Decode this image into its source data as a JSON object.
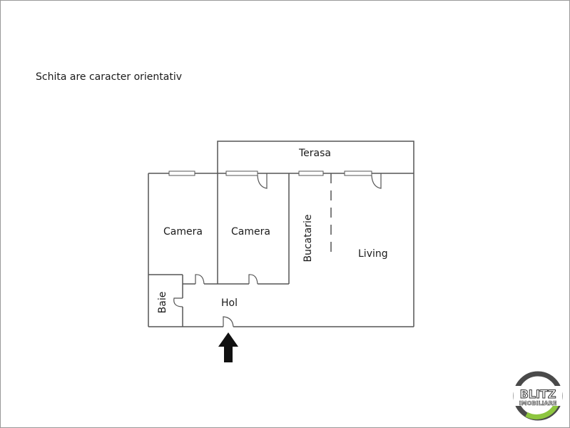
{
  "note": "Schita are caracter orientativ",
  "rooms": {
    "terasa": "Terasa",
    "camera1": "Camera",
    "camera2": "Camera",
    "bucatarie": "Bucatarie",
    "living": "Living",
    "baie": "Baie",
    "hol": "Hol"
  },
  "logo": {
    "line1": "BLITZ",
    "line2": "IMOBILIARE",
    "colors": {
      "ring": "#4a4a4a",
      "accent": "#8dc63f"
    }
  },
  "colors": {
    "wall": "#555555",
    "arrow": "#111111",
    "text": "#1a1a1a"
  }
}
